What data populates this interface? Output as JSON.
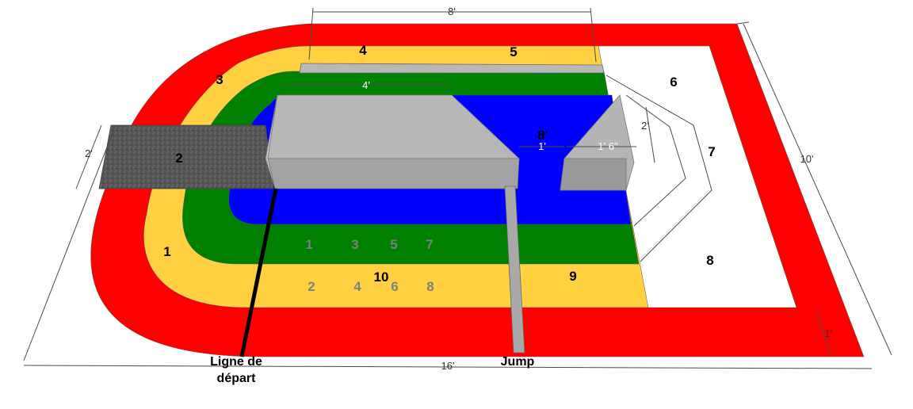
{
  "colors": {
    "red": "#ff0000",
    "yellow": "#ffd040",
    "green": "#008000",
    "blue": "#0000ff",
    "grey_block": "#b0b0b0",
    "asphalt": "#555555",
    "grey_number": "#7f7f7f"
  },
  "zones": {
    "z1": "1",
    "z2": "2",
    "z3": "3",
    "z4": "4",
    "z5": "5",
    "z6": "6",
    "z7": "7",
    "z8": "8",
    "z8_blue": "8'",
    "z9": "9",
    "z10": "10"
  },
  "slots": {
    "upper": [
      "1",
      "3",
      "5",
      "7"
    ],
    "lower": [
      "2",
      "4",
      "6",
      "8"
    ]
  },
  "dimensions": {
    "top_width": "8'",
    "block_width": "4'",
    "left_height": "2'",
    "right_depth": "10'",
    "bottom_length": "16'",
    "jump_gap": "1'",
    "ramp_width": "1' 6\"",
    "ramp_height": "2'",
    "red_band": "1'"
  },
  "labels": {
    "start_line_1": "Ligne de",
    "start_line_2": "départ",
    "jump": "Jump"
  }
}
